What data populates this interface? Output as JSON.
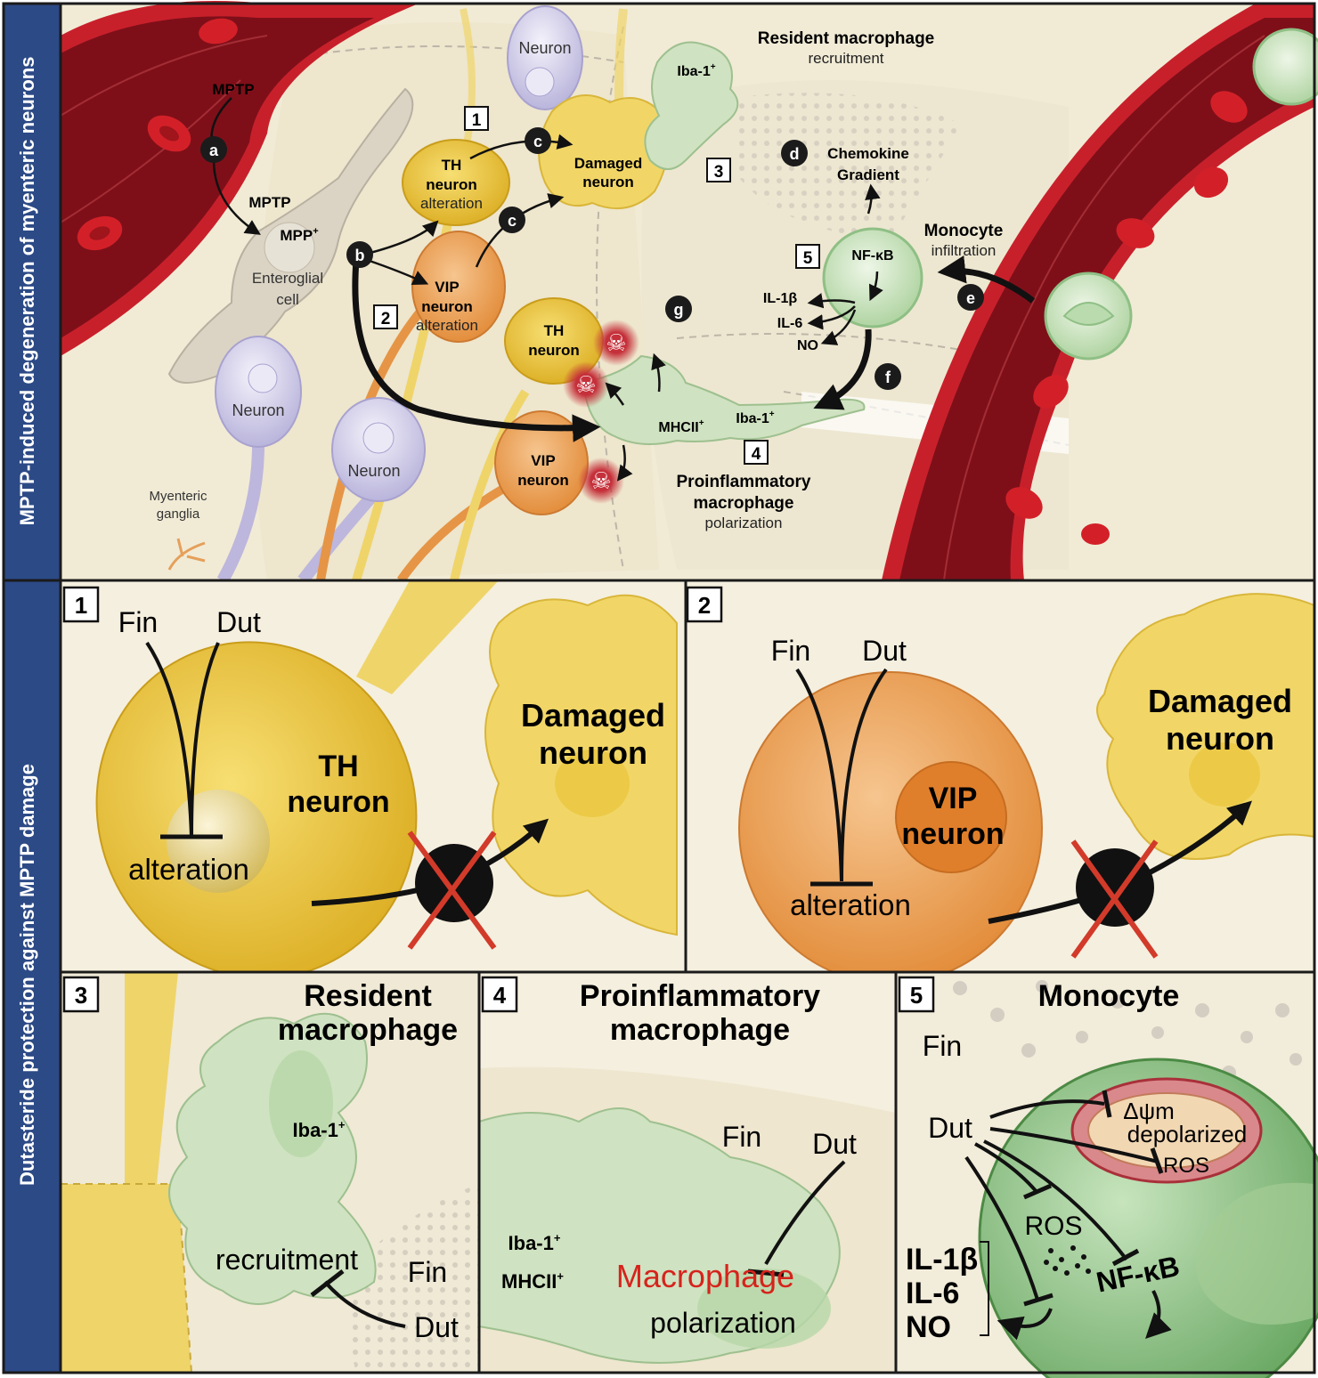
{
  "side_labels": {
    "top": "MPTP-induced degeneration of myenteric neurons",
    "bottom": "Dutasteride  protection against MPTP damage"
  },
  "top_panel": {
    "mptp_1": "MPTP",
    "mptp_2": "MPTP",
    "mpp": "MPP",
    "mpp_sup": "+",
    "enteroglial_1": "Enteroglial",
    "enteroglial_2": "cell",
    "neuron_label": "Neuron",
    "myenteric_1": "Myenteric",
    "myenteric_2": "ganglia",
    "th_1": "TH",
    "th_2": "neuron",
    "th_3": "alteration",
    "vip_1": "VIP",
    "vip_2": "neuron",
    "vip_3": "alteration",
    "damaged_1": "Damaged",
    "damaged_2": "neuron",
    "resident_1": "Resident macrophage",
    "resident_2": "recruitment",
    "iba": "Iba-1",
    "iba_sup": "+",
    "chemokine_1": "Chemokine",
    "chemokine_2": "Gradient",
    "monocyte_1": "Monocyte",
    "monocyte_2": "infiltration",
    "nfkb": "NF-κB",
    "il1b": "IL-1β",
    "il6": "IL-6",
    "no": "NO",
    "th_dead_1": "TH",
    "th_dead_2": "neuron",
    "vip_dead_1": "VIP",
    "vip_dead_2": "neuron",
    "mhcii": "MHCII",
    "mhcii_sup": "+",
    "proinf_1": "Proinflammatory",
    "proinf_2": "macrophage",
    "proinf_3": "polarization",
    "steps": [
      "a",
      "b",
      "c",
      "c",
      "d",
      "e",
      "f",
      "g"
    ],
    "boxes": [
      "1",
      "2",
      "3",
      "4",
      "5"
    ]
  },
  "panel1": {
    "num": "1",
    "fin": "Fin",
    "dut": "Dut",
    "th_1": "TH",
    "th_2": "neuron",
    "alteration": "alteration",
    "damaged_1": "Damaged",
    "damaged_2": "neuron"
  },
  "panel2": {
    "num": "2",
    "fin": "Fin",
    "dut": "Dut",
    "vip_1": "VIP",
    "vip_2": "neuron",
    "alteration": "alteration",
    "damaged_1": "Damaged",
    "damaged_2": "neuron"
  },
  "panel3": {
    "num": "3",
    "title_1": "Resident",
    "title_2": "macrophage",
    "iba": "Iba-1",
    "iba_sup": "+",
    "recruitment": "recruitment",
    "fin": "Fin",
    "dut": "Dut"
  },
  "panel4": {
    "num": "4",
    "title_1": "Proinflammatory",
    "title_2": "macrophage",
    "iba": "Iba-1",
    "iba_sup": "+",
    "mhcii": "MHCII",
    "mhcii_sup": "+",
    "fin": "Fin",
    "dut": "Dut",
    "macrophage": "Macrophage",
    "polarization": "polarization"
  },
  "panel5": {
    "num": "5",
    "title": "Monocyte",
    "fin": "Fin",
    "dut": "Dut",
    "dpsi": "Δψm",
    "depolarized": "depolarized",
    "ros_1": "ROS",
    "ros_2": "ROS",
    "nfkb": "NF-κB",
    "il1b": "IL-1β",
    "il6": "IL-6",
    "no": "NO"
  },
  "colors": {
    "navy": "#2c4a86",
    "vessel_dark": "#7e0f19",
    "vessel_red": "#c8202b",
    "rbc": "#d32028",
    "cream": "#f3edd9",
    "th_yellow": "#e7c235",
    "vip_orange": "#e59545",
    "macro_green": "#cfe2c1",
    "neuron_lilac": "#d7d3ec",
    "red_x": "#d23a2a",
    "macrophage_red": "#d6231c"
  }
}
